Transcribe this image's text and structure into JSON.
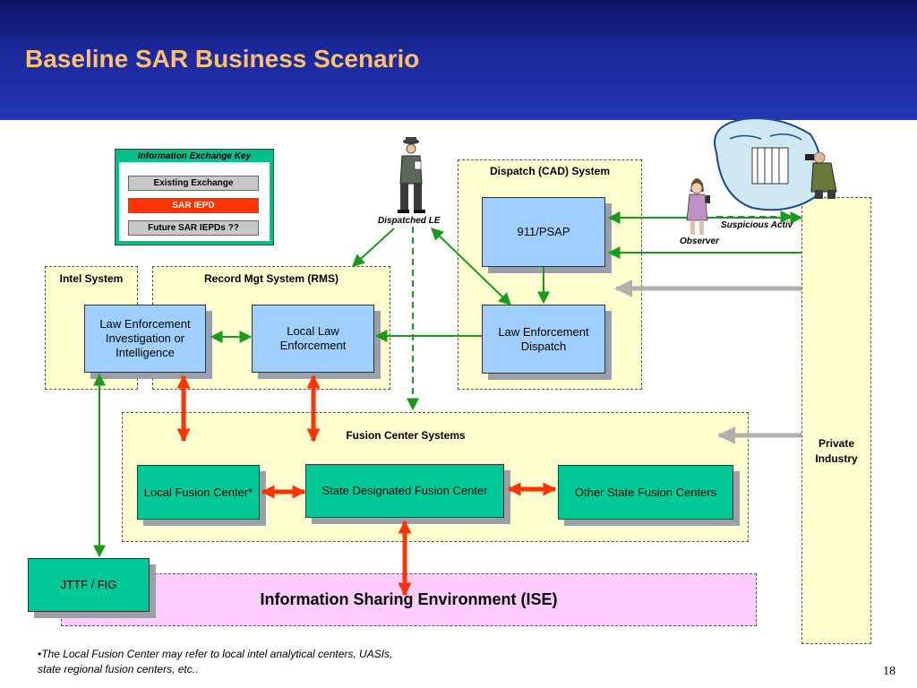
{
  "slide": {
    "title": "Baseline SAR Business Scenario",
    "page_number": "18"
  },
  "key": {
    "title": "Information Exchange Key",
    "items": [
      {
        "label": "Existing Exchange",
        "color": "#c0c0c0"
      },
      {
        "label": "SAR IEPD",
        "color": "#ff3300"
      },
      {
        "label": "Future SAR IEPDs ??",
        "color": "#c0c0c0"
      }
    ]
  },
  "groups": {
    "intel": "Intel System",
    "rms": "Record Mgt System (RMS)",
    "dispatch": "Dispatch (CAD) System",
    "fusion": "Fusion Center Systems",
    "private": "Private Industry"
  },
  "nodes": {
    "le_intel": "Law Enforcement Investigation or Intelligence",
    "local_le": "Local Law Enforcement",
    "psap": "911/PSAP",
    "le_dispatch": "Law Enforcement Dispatch",
    "local_fc": "Local Fusion Center*",
    "state_fc": "State Designated Fusion Center",
    "other_fc": "Other State Fusion Centers",
    "jttf": "JTTF / FIG",
    "ise": "Information Sharing Environment (ISE)"
  },
  "labels": {
    "dispatched_le": "Dispatched LE",
    "observer": "Observer",
    "suspicious": "Suspicious Activ"
  },
  "footnote": "•The Local Fusion Center may refer to local intel analytical centers, UASIs, state regional fusion centers, etc..",
  "colors": {
    "existing_arrow": "#1a9a1a",
    "sar_arrow": "#ff3300",
    "future_arrow": "#b0b0b0"
  }
}
